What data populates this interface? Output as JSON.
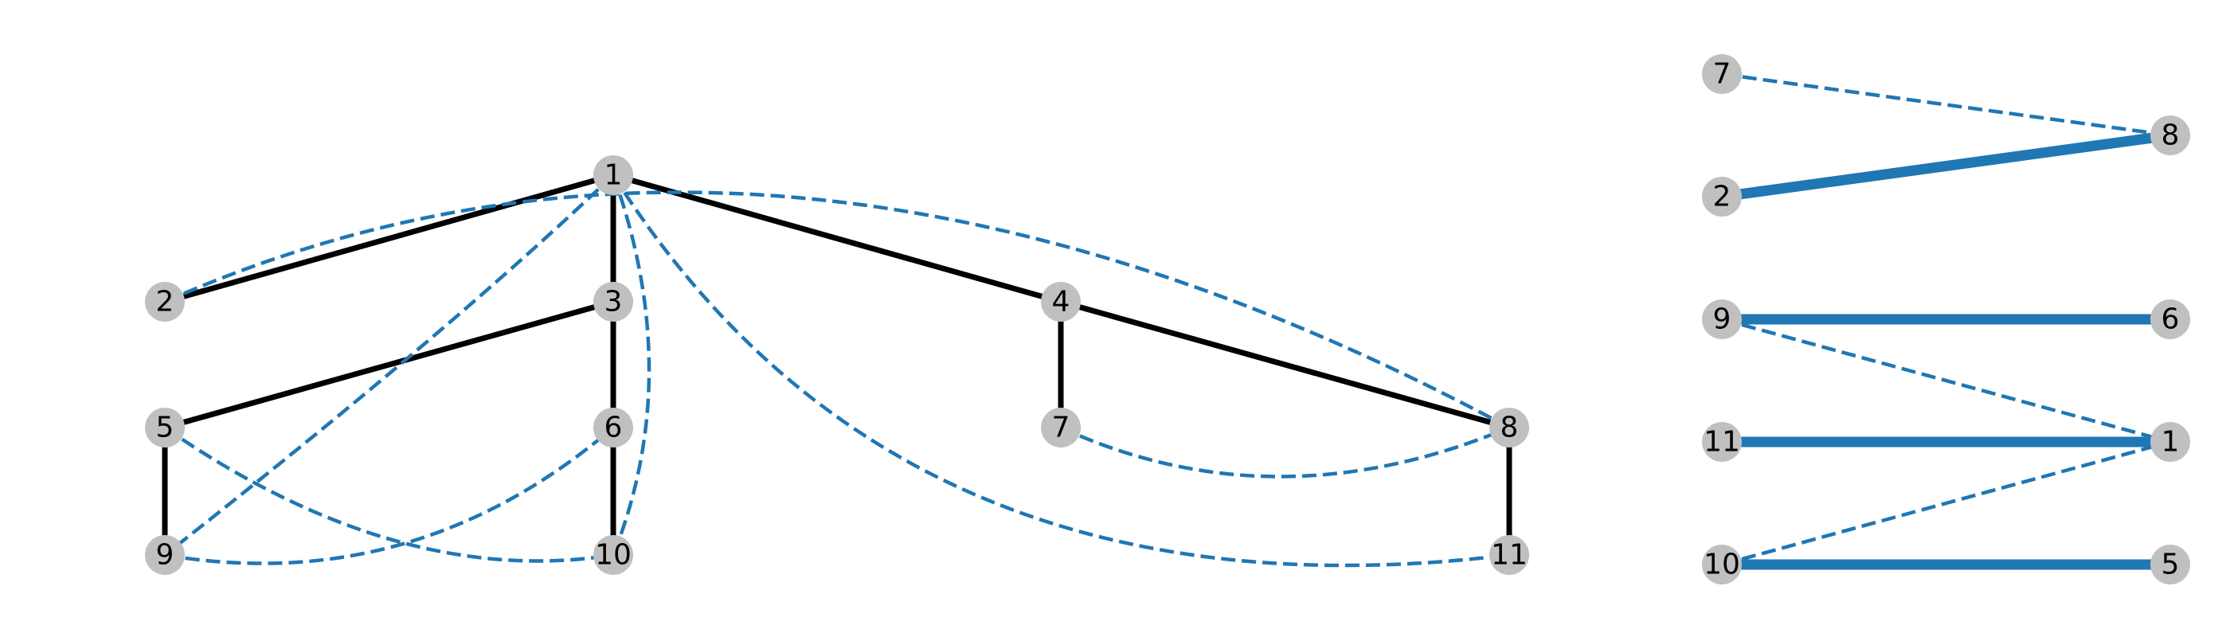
{
  "colors": {
    "background": "#ffffff",
    "node_fill": "#c0c0c0",
    "node_text": "#000000",
    "tree_edge": "#000000",
    "highlight_edge": "#1f77b4"
  },
  "tree_graph": {
    "nodes": [
      {
        "id": "1",
        "label": "1"
      },
      {
        "id": "2",
        "label": "2"
      },
      {
        "id": "3",
        "label": "3"
      },
      {
        "id": "4",
        "label": "4"
      },
      {
        "id": "5",
        "label": "5"
      },
      {
        "id": "6",
        "label": "6"
      },
      {
        "id": "7",
        "label": "7"
      },
      {
        "id": "8",
        "label": "8"
      },
      {
        "id": "9",
        "label": "9"
      },
      {
        "id": "10",
        "label": "10"
      },
      {
        "id": "11",
        "label": "11"
      }
    ],
    "solid_edges": [
      [
        "1",
        "2"
      ],
      [
        "1",
        "3"
      ],
      [
        "1",
        "4"
      ],
      [
        "3",
        "5"
      ],
      [
        "3",
        "6"
      ],
      [
        "4",
        "7"
      ],
      [
        "4",
        "8"
      ],
      [
        "5",
        "9"
      ],
      [
        "6",
        "10"
      ],
      [
        "8",
        "11"
      ]
    ],
    "dashed_edges": [
      [
        "2",
        "8"
      ],
      [
        "1",
        "9"
      ],
      [
        "1",
        "10"
      ],
      [
        "1",
        "11"
      ],
      [
        "5",
        "10"
      ],
      [
        "9",
        "6"
      ],
      [
        "7",
        "8"
      ]
    ]
  },
  "bipartite_graph": {
    "nodes": [
      {
        "id": "b7",
        "label": "7"
      },
      {
        "id": "b2",
        "label": "2"
      },
      {
        "id": "b9",
        "label": "9"
      },
      {
        "id": "b11",
        "label": "11"
      },
      {
        "id": "b10",
        "label": "10"
      },
      {
        "id": "b8",
        "label": "8"
      },
      {
        "id": "b6",
        "label": "6"
      },
      {
        "id": "b1",
        "label": "1"
      },
      {
        "id": "b5",
        "label": "5"
      }
    ],
    "thick_edges": [
      [
        "b2",
        "b8"
      ],
      [
        "b9",
        "b6"
      ],
      [
        "b11",
        "b1"
      ],
      [
        "b10",
        "b5"
      ]
    ],
    "dashed_edges": [
      [
        "b7",
        "b8"
      ],
      [
        "b9",
        "b1"
      ],
      [
        "b10",
        "b1"
      ]
    ]
  }
}
